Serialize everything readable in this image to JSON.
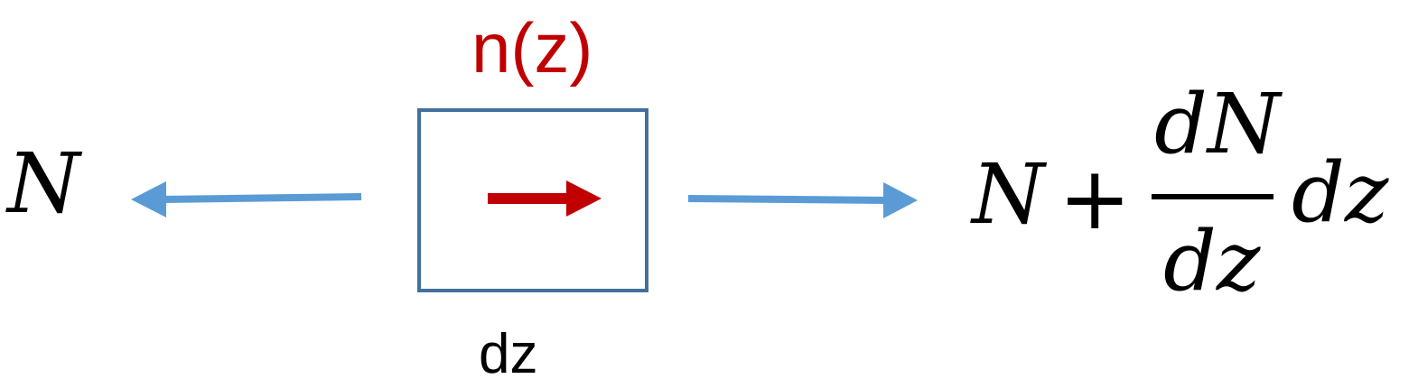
{
  "diagram": {
    "box_label_top": "n(z)",
    "box_label_bottom": "dz",
    "left_flux": "N",
    "right_flux": {
      "base": "N",
      "operator": "+",
      "fraction_numerator": "dN",
      "fraction_denominator": "dz",
      "multiplier": "dz"
    },
    "colors": {
      "box_border": "#41719C",
      "flux_arrow": "#5B9BD5",
      "source_arrow": "#C00000",
      "source_label": "#C00000",
      "text": "#000000"
    }
  }
}
